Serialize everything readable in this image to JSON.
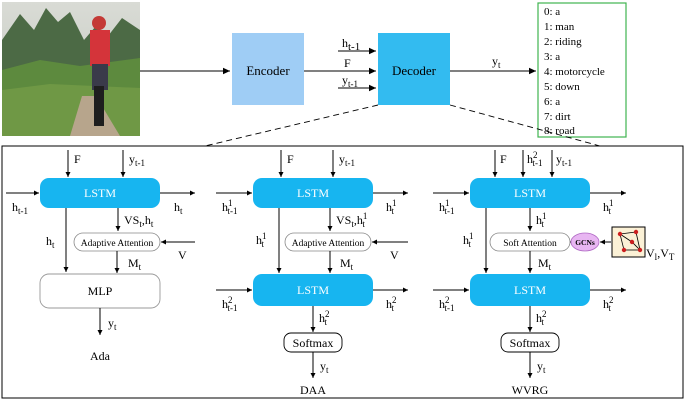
{
  "top": {
    "encoder_label": "Encoder",
    "decoder_label": "Decoder",
    "in_h": "h",
    "in_h_sub": "t-1",
    "in_f": "F",
    "in_y": "y",
    "in_y_sub": "t-1",
    "out_y": "y",
    "out_y_sub": "t",
    "words": [
      "0:  a",
      "1:  man",
      "2:  riding",
      "3:  a",
      "4:  motorcycle",
      "5:  down",
      "6:  a",
      "7:  dirt",
      "8:  road"
    ]
  },
  "ada": {
    "lstm_label": "LSTM",
    "in_f": "F",
    "in_y": "y",
    "in_y_sub": "t-1",
    "left_h": "h",
    "left_h_sub": "t-1",
    "right_h": "h",
    "right_h_sub": "t",
    "vs": "VS",
    "vs_sub": "t",
    "vs_rest": ",h",
    "vs_sub2": "t",
    "side_h": "h",
    "side_h_sub": "t",
    "attention_label": "Adaptive Attention",
    "v_label": "V",
    "m": "M",
    "m_sub": "t",
    "mlp_label": "MLP",
    "out_y": "y",
    "out_y_sub": "t",
    "name": "Ada"
  },
  "daa": {
    "lstm1_label": "LSTM",
    "lstm2_label": "LSTM",
    "in_f": "F",
    "in_y": "y",
    "in_y_sub": "t-1",
    "l1_left": "h",
    "l1_left_sup": "1",
    "l1_left_sub": "t-1",
    "l1_right": "h",
    "l1_right_sup": "1",
    "l1_right_sub": "t",
    "vs": "VS",
    "vs_sub": "t",
    "vs_rest": ",h",
    "vs_sup2": "1",
    "vs_sub2": "t",
    "side_h": "h",
    "side_h_sup": "1",
    "side_h_sub": "t",
    "attention_label": "Adaptive Attention",
    "v_label": "V",
    "m": "M",
    "m_sub": "t",
    "l2_left": "h",
    "l2_left_sup": "2",
    "l2_left_sub": "t-1",
    "l2_right": "h",
    "l2_right_sup": "2",
    "l2_right_sub": "t",
    "l2_down": "h",
    "l2_down_sup": "2",
    "l2_down_sub": "t",
    "softmax_label": "Softmax",
    "out_y": "y",
    "out_y_sub": "t",
    "name": "DAA"
  },
  "wvrg": {
    "lstm1_label": "LSTM",
    "lstm2_label": "LSTM",
    "in_f": "F",
    "in_h": "h",
    "in_h_sup": "2",
    "in_h_sub": "t-1",
    "in_y": "y",
    "in_y_sub": "t-1",
    "l1_left": "h",
    "l1_left_sup": "1",
    "l1_left_sub": "t-1",
    "l1_right": "h",
    "l1_right_sup": "1",
    "l1_right_sub": "t",
    "down_h": "h",
    "down_h_sup": "1",
    "down_h_sub": "t",
    "side_h": "h",
    "side_h_sup": "1",
    "side_h_sub": "t",
    "attention_label": "Soft Attention",
    "gcn_label": "GCNs",
    "vl": "V",
    "vl_sub": "l",
    "vt_sep": ",V",
    "vt_sub": "T",
    "m": "M",
    "m_sub": "t",
    "l2_left": "h",
    "l2_left_sup": "2",
    "l2_left_sub": "t-1",
    "l2_right": "h",
    "l2_right_sup": "2",
    "l2_right_sub": "t",
    "l2_down": "h",
    "l2_down_sup": "2",
    "l2_down_sub": "t",
    "softmax_label": "Softmax",
    "out_y": "y",
    "out_y_sub": "t",
    "name": "WVRG"
  },
  "colors": {
    "encoder_fill": "#9fcdf5",
    "decoder_fill": "#33bbf0",
    "lstm_fill": "#17b5f0",
    "word_box_border": "#3fb34f",
    "gcn_fill": "#e8b6f2",
    "graph_node": "#cc1f1f"
  }
}
